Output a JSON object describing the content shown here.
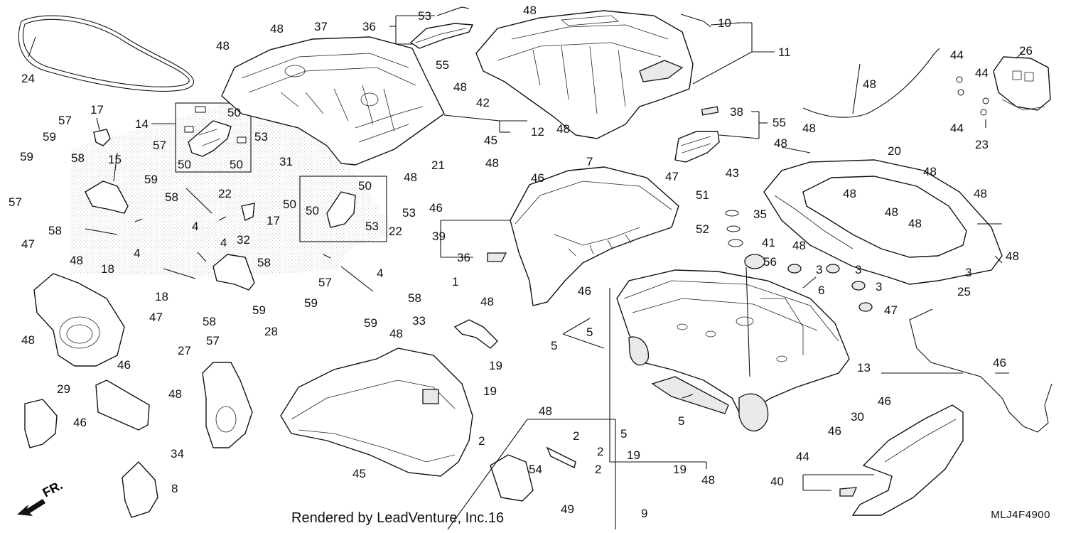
{
  "footer": {
    "credit": "Rendered by LeadVenture, Inc.16",
    "diagram_code": "MLJ4F4900"
  },
  "direction": {
    "label": "FR."
  },
  "callouts": [
    {
      "id": "c24",
      "text": "24"
    },
    {
      "id": "c17a",
      "text": "17"
    },
    {
      "id": "c14",
      "text": "14"
    },
    {
      "id": "c50a",
      "text": "50"
    },
    {
      "id": "c50b",
      "text": "50"
    },
    {
      "id": "c50c",
      "text": "50"
    },
    {
      "id": "c57a",
      "text": "57"
    },
    {
      "id": "c59a",
      "text": "59"
    },
    {
      "id": "c58a",
      "text": "58"
    },
    {
      "id": "c15",
      "text": "15"
    },
    {
      "id": "c57b",
      "text": "57"
    },
    {
      "id": "c59b",
      "text": "59"
    },
    {
      "id": "c57c",
      "text": "57"
    },
    {
      "id": "c58b",
      "text": "58"
    },
    {
      "id": "c47a",
      "text": "47"
    },
    {
      "id": "c18a",
      "text": "18"
    },
    {
      "id": "c4a",
      "text": "4"
    },
    {
      "id": "c48a",
      "text": "48"
    },
    {
      "id": "c59c",
      "text": "59"
    },
    {
      "id": "c58c",
      "text": "58"
    },
    {
      "id": "c22a",
      "text": "22"
    },
    {
      "id": "c17b",
      "text": "17"
    },
    {
      "id": "c4b",
      "text": "4"
    },
    {
      "id": "c32",
      "text": "32"
    },
    {
      "id": "c4c",
      "text": "4"
    },
    {
      "id": "c18b",
      "text": "18"
    },
    {
      "id": "c58d",
      "text": "58"
    },
    {
      "id": "c47b",
      "text": "47"
    },
    {
      "id": "c58e",
      "text": "58"
    },
    {
      "id": "c59d",
      "text": "59"
    },
    {
      "id": "c59e",
      "text": "59"
    },
    {
      "id": "c57d",
      "text": "57"
    },
    {
      "id": "c28",
      "text": "28"
    },
    {
      "id": "c48b",
      "text": "48"
    },
    {
      "id": "c48c",
      "text": "48"
    },
    {
      "id": "c48d",
      "text": "48"
    },
    {
      "id": "c37",
      "text": "37"
    },
    {
      "id": "c36a",
      "text": "36"
    },
    {
      "id": "c53a",
      "text": "53"
    },
    {
      "id": "c53b",
      "text": "53"
    },
    {
      "id": "c31",
      "text": "31"
    },
    {
      "id": "c50d",
      "text": "50"
    },
    {
      "id": "c50e",
      "text": "50"
    },
    {
      "id": "c50f",
      "text": "50"
    },
    {
      "id": "c53c",
      "text": "53"
    },
    {
      "id": "c53d",
      "text": "53"
    },
    {
      "id": "c22b",
      "text": "22"
    },
    {
      "id": "c4d",
      "text": "4"
    },
    {
      "id": "c57e",
      "text": "57"
    },
    {
      "id": "c58f",
      "text": "58"
    },
    {
      "id": "c59f",
      "text": "59"
    },
    {
      "id": "c48e",
      "text": "48"
    },
    {
      "id": "c33",
      "text": "33"
    },
    {
      "id": "c48f",
      "text": "48"
    },
    {
      "id": "c27",
      "text": "27"
    },
    {
      "id": "c46a",
      "text": "46"
    },
    {
      "id": "c29",
      "text": "29"
    },
    {
      "id": "c46b",
      "text": "46"
    },
    {
      "id": "c34",
      "text": "34"
    },
    {
      "id": "c8",
      "text": "8"
    },
    {
      "id": "c45a",
      "text": "45"
    },
    {
      "id": "c48g",
      "text": "48"
    },
    {
      "id": "c55a",
      "text": "55"
    },
    {
      "id": "c48h",
      "text": "48"
    },
    {
      "id": "c42",
      "text": "42"
    },
    {
      "id": "c10",
      "text": "10"
    },
    {
      "id": "c11",
      "text": "11"
    },
    {
      "id": "c12",
      "text": "12"
    },
    {
      "id": "c45b",
      "text": "45"
    },
    {
      "id": "c48i",
      "text": "48"
    },
    {
      "id": "c48j",
      "text": "48"
    },
    {
      "id": "c21",
      "text": "21"
    },
    {
      "id": "c48k",
      "text": "48"
    },
    {
      "id": "c46c",
      "text": "46"
    },
    {
      "id": "c46d",
      "text": "46"
    },
    {
      "id": "c7",
      "text": "7"
    },
    {
      "id": "c39",
      "text": "39"
    },
    {
      "id": "c36b",
      "text": "36"
    },
    {
      "id": "c38",
      "text": "38"
    },
    {
      "id": "c55b",
      "text": "55"
    },
    {
      "id": "c47c",
      "text": "47"
    },
    {
      "id": "c43",
      "text": "43"
    },
    {
      "id": "c51",
      "text": "51"
    },
    {
      "id": "c35",
      "text": "35"
    },
    {
      "id": "c52",
      "text": "52"
    },
    {
      "id": "c41",
      "text": "41"
    },
    {
      "id": "c56",
      "text": "56"
    },
    {
      "id": "c1",
      "text": "1"
    },
    {
      "id": "c48l",
      "text": "48"
    },
    {
      "id": "c46e",
      "text": "46"
    },
    {
      "id": "c5a",
      "text": "5"
    },
    {
      "id": "c5b",
      "text": "5"
    },
    {
      "id": "c19a",
      "text": "19"
    },
    {
      "id": "c19b",
      "text": "19"
    },
    {
      "id": "c48m",
      "text": "48"
    },
    {
      "id": "c2a",
      "text": "2"
    },
    {
      "id": "c2b",
      "text": "2"
    },
    {
      "id": "c2c",
      "text": "2"
    },
    {
      "id": "c54",
      "text": "54"
    },
    {
      "id": "c2d",
      "text": "2"
    },
    {
      "id": "c49",
      "text": "49"
    },
    {
      "id": "c6",
      "text": "6"
    },
    {
      "id": "c13",
      "text": "13"
    },
    {
      "id": "c5c",
      "text": "5"
    },
    {
      "id": "c5d",
      "text": "5"
    },
    {
      "id": "c19c",
      "text": "19"
    },
    {
      "id": "c19d",
      "text": "19"
    },
    {
      "id": "c9",
      "text": "9"
    },
    {
      "id": "c48n",
      "text": "48"
    },
    {
      "id": "c46f",
      "text": "46"
    },
    {
      "id": "c44a",
      "text": "44"
    },
    {
      "id": "c44b",
      "text": "44"
    },
    {
      "id": "c44c",
      "text": "44"
    },
    {
      "id": "c44d",
      "text": "44"
    },
    {
      "id": "c23",
      "text": "23"
    },
    {
      "id": "c26",
      "text": "26"
    },
    {
      "id": "c48o",
      "text": "48"
    },
    {
      "id": "c48p",
      "text": "48"
    },
    {
      "id": "c48q",
      "text": "48"
    },
    {
      "id": "c20",
      "text": "20"
    },
    {
      "id": "c48r",
      "text": "48"
    },
    {
      "id": "c48s",
      "text": "48"
    },
    {
      "id": "c48t",
      "text": "48"
    },
    {
      "id": "c48u",
      "text": "48"
    },
    {
      "id": "c48v",
      "text": "48"
    },
    {
      "id": "c48w",
      "text": "48"
    },
    {
      "id": "c48x",
      "text": "48"
    },
    {
      "id": "c3a",
      "text": "3"
    },
    {
      "id": "c3b",
      "text": "3"
    },
    {
      "id": "c3c",
      "text": "3"
    },
    {
      "id": "c3d",
      "text": "3"
    },
    {
      "id": "c47d",
      "text": "47"
    },
    {
      "id": "c25",
      "text": "25"
    },
    {
      "id": "c46g",
      "text": "46"
    },
    {
      "id": "c46h",
      "text": "46"
    },
    {
      "id": "c30",
      "text": "30"
    },
    {
      "id": "c40",
      "text": "40"
    }
  ]
}
